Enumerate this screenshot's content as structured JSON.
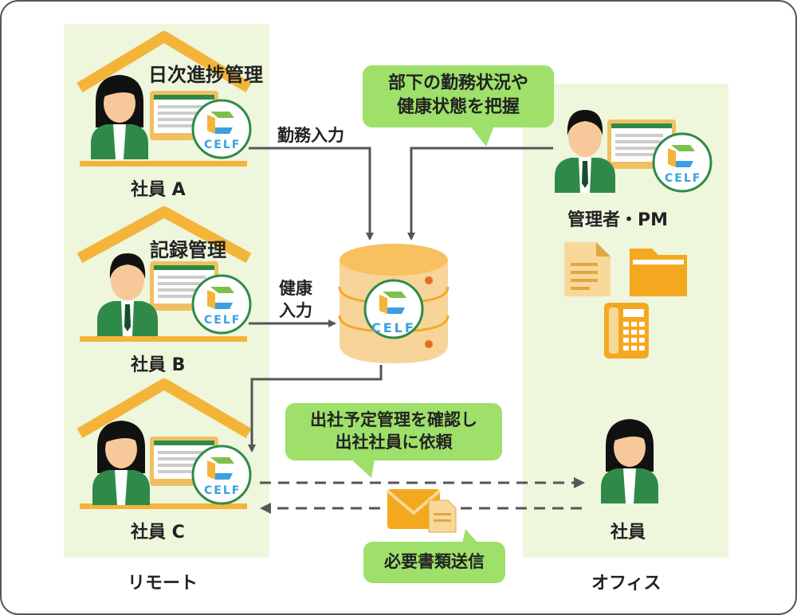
{
  "zones": {
    "remote_label": "リモート",
    "office_label": "オフィス"
  },
  "employees": {
    "a": {
      "label": "社員 A",
      "task": "日次進捗管理"
    },
    "b": {
      "label": "社員 B",
      "task": "記録管理"
    },
    "c": {
      "label": "社員 C"
    },
    "office": {
      "label": "社員"
    }
  },
  "manager": {
    "label": "管理者・PM"
  },
  "arrows": {
    "attendance_input": "勤務入力",
    "health_input": [
      "健康",
      "入力"
    ]
  },
  "bubbles": {
    "manager_view": [
      "部下の勤務状況や",
      "健康状態を把握"
    ],
    "office_schedule": [
      "出社予定管理を確認し",
      "出社社員に依頼"
    ],
    "send_docs": "必要書類送信"
  },
  "logo": {
    "text": "CELF"
  },
  "colors": {
    "zone_bg": "#eef6dc",
    "bubble": "#9ee06a",
    "house": "#f4b43a",
    "suit": "#2f8a4a",
    "arrow": "#555555"
  }
}
